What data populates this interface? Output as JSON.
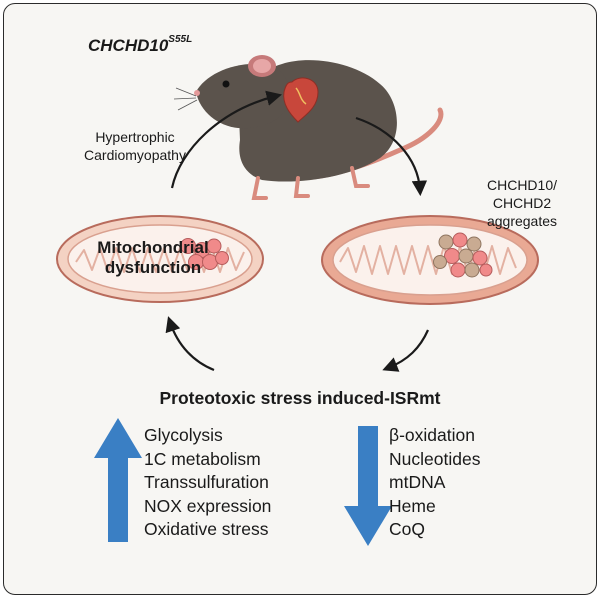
{
  "title": {
    "gene": "CHCHD10",
    "mutation": "S55L"
  },
  "labels": {
    "phenotype_line1": "Hypertrophic",
    "phenotype_line2": "Cardiomyopathy",
    "aggregates_line1": "CHCHD10/",
    "aggregates_line2": "CHCHD2",
    "aggregates_line3": "aggregates",
    "mito_line1": "Mitochondrial",
    "mito_line2": "dysfunction",
    "stress": "Proteotoxic stress induced-ISRmt"
  },
  "upregulated": [
    "Glycolysis",
    "1C metabolism",
    "Transsulfuration",
    "NOX expression",
    "Oxidative stress"
  ],
  "downregulated": [
    "β-oxidation",
    "Nucleotides",
    "mtDNA",
    "Heme",
    "CoQ"
  ],
  "colors": {
    "arrow_blue": "#3a7fc4",
    "mito_fill": "#f4d2c3",
    "mito_outline": "#b86b5c",
    "aggregate_pink": "#f08a8a",
    "aggregate_tan": "#c9ab92",
    "mouse_body": "#5b534c",
    "heart_red": "#c8473b"
  },
  "icons": [
    "mouse-illustration",
    "heart-icon",
    "mitochondrion-icon",
    "up-arrow-icon",
    "down-arrow-icon"
  ]
}
